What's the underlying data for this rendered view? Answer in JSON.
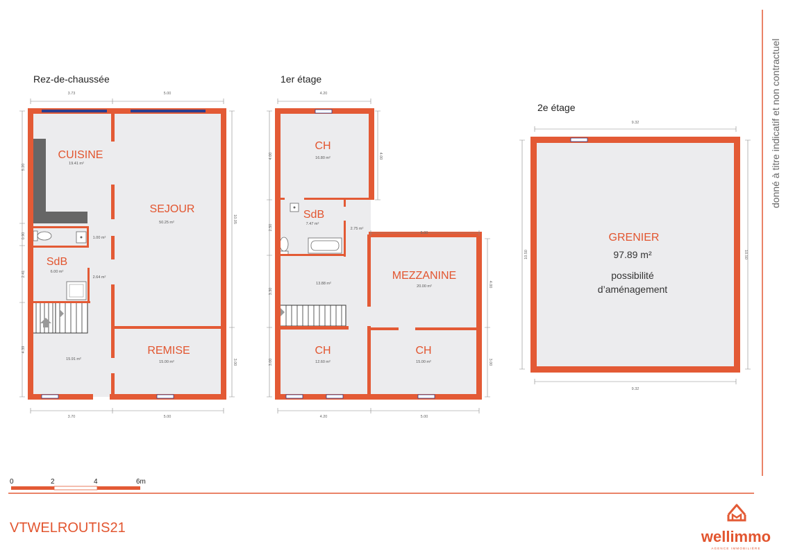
{
  "side_note": "donné à titre indicatif et non contractuel",
  "reference": "VTWELROUTIS21",
  "brand": {
    "name": "wellimmo",
    "tagline": "AGENCE IMMOBILIÈRE",
    "accent": "#e35a35"
  },
  "scale_bar": {
    "labels": [
      "0",
      "2",
      "4",
      "6m"
    ]
  },
  "ground_floor": {
    "title": "Rez-de-chaussée",
    "rooms": [
      {
        "name": "CUISINE",
        "area": "19.41 m²"
      },
      {
        "name": "SEJOUR",
        "area": "50.25 m²"
      },
      {
        "name": "SdB",
        "area": "6.00 m²"
      },
      {
        "name": "REMISE",
        "area": "15.00 m²"
      }
    ],
    "other_areas": [
      "1.00 m²",
      "2.64 m²",
      "15.91 m²"
    ],
    "dimensions": {
      "top": [
        "3.73",
        "5.00"
      ],
      "bottom": [
        "3.70",
        "5.00"
      ],
      "left": [
        "5.20",
        "0.90",
        "2.41",
        "4.39"
      ],
      "right": [
        "10.05",
        "3.00"
      ]
    }
  },
  "first_floor": {
    "title": "1er étage",
    "rooms": [
      {
        "name": "CH",
        "area": "16.80 m²"
      },
      {
        "name": "SdB",
        "area": "7.47 m²"
      },
      {
        "name": "MEZZANINE",
        "area": "20.00 m²"
      },
      {
        "name": "CH",
        "area": "12.60 m²"
      },
      {
        "name": "CH",
        "area": "15.00 m²"
      }
    ],
    "other_areas": [
      "2.75 m²",
      "13.88 m²"
    ],
    "dimensions": {
      "top": [
        "4.20",
        "5.00"
      ],
      "bottom": [
        "4.20",
        "5.00"
      ],
      "left": [
        "4.00",
        "2.50",
        "3.30",
        "3.00"
      ],
      "right": [
        "4.00",
        "4.00",
        "3.00"
      ]
    }
  },
  "second_floor": {
    "title": "2e étage",
    "room": {
      "name": "GRENIER",
      "area": "97.89 m²",
      "note_line1": "possibilité",
      "note_line2": "d’aménagement"
    },
    "dimensions": {
      "top": "9.32",
      "bottom": "9.32",
      "left": "10.50",
      "right": "10.50"
    }
  }
}
